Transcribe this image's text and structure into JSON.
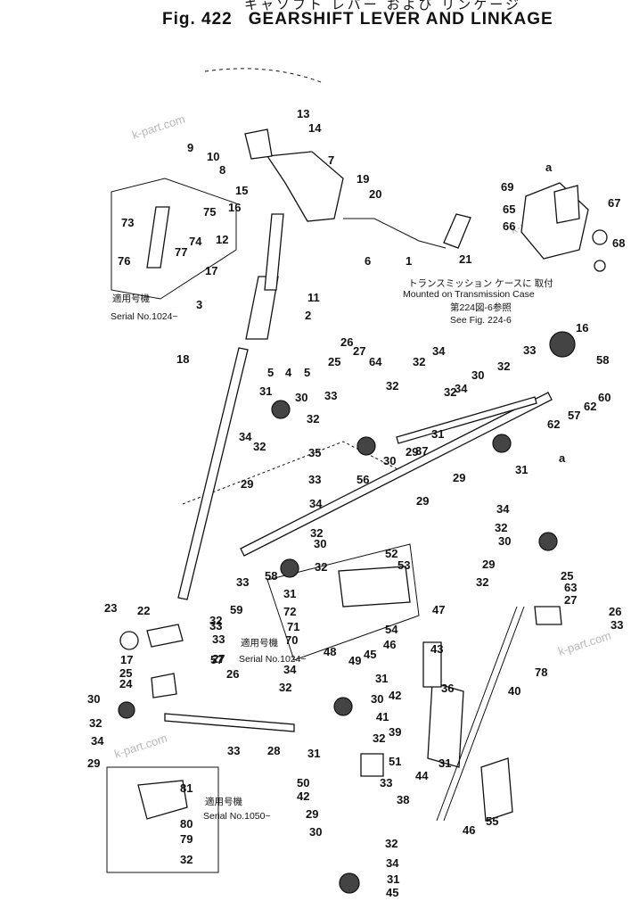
{
  "figure": {
    "header_jp": "キャソフト レバー および リンケージ",
    "number": "Fig. 422",
    "title": "GEARSHIFT LEVER AND LINKAGE"
  },
  "notes": {
    "serial_1024_jp": "適用号機",
    "serial_1024": "Serial No.1024~",
    "serial_1024b_jp": "適用号機",
    "serial_1024b": "Serial No.1024~",
    "serial_1050_jp": "適用号機",
    "serial_1050": "Serial No.1050~",
    "mounted_jp": "トランスミッション ケースに 取付",
    "mounted": "Mounted on Transmission Case",
    "see_fig_jp": "第224図-6参照",
    "see_fig": "See Fig. 224-6",
    "ref_a1": "a",
    "ref_a2": "a"
  },
  "watermarks": [
    "k-part.com",
    "k-part.com",
    "k-part.com",
    "k-part.com"
  ],
  "callouts": [
    "13",
    "14",
    "9",
    "10",
    "8",
    "7",
    "19",
    "20",
    "15",
    "16",
    "73",
    "75",
    "77",
    "74",
    "76",
    "12",
    "17",
    "3",
    "11",
    "2",
    "5",
    "4",
    "5",
    "6",
    "1",
    "21",
    "18",
    "69",
    "65",
    "66",
    "67",
    "68",
    "16",
    "58",
    "60",
    "62",
    "57",
    "62",
    "33",
    "32",
    "34",
    "26",
    "27",
    "25",
    "64",
    "33",
    "32",
    "34",
    "32",
    "30",
    "32",
    "31",
    "30",
    "32",
    "34",
    "32",
    "31",
    "30",
    "29",
    "37",
    "29",
    "31",
    "56",
    "29",
    "35",
    "33",
    "29",
    "34",
    "32",
    "30",
    "32",
    "33",
    "58",
    "33",
    "59",
    "57",
    "32",
    "31",
    "52",
    "53",
    "23",
    "22",
    "72",
    "71",
    "70",
    "47",
    "54",
    "48",
    "49",
    "45",
    "46",
    "43",
    "17",
    "25",
    "24",
    "27",
    "26",
    "33",
    "34",
    "32",
    "31",
    "30",
    "42",
    "41",
    "32",
    "31",
    "30",
    "32",
    "34",
    "29",
    "28",
    "33",
    "39",
    "51",
    "50",
    "42",
    "33",
    "38",
    "36",
    "40",
    "44",
    "31",
    "34",
    "32",
    "30",
    "29",
    "32",
    "25",
    "63",
    "27",
    "26",
    "33",
    "78",
    "81",
    "80",
    "79",
    "32",
    "29",
    "30",
    "32",
    "34",
    "31",
    "45",
    "46",
    "55"
  ]
}
